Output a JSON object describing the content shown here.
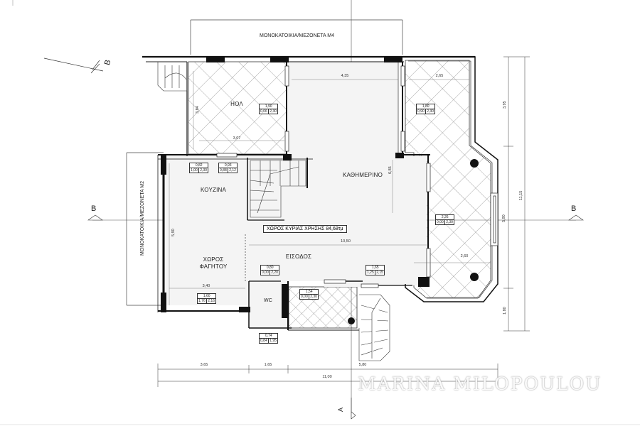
{
  "neighbours": {
    "top": "ΜΟΝΟΚΑΤΟΙΚΙΑ/ΜΕΖΟΝΕΤΑ Μ4",
    "left": "ΜΟΝΟΚΑΤΟΙΚΙΑ/ΜΕΖΟΝΕΤΑ Μ2"
  },
  "rooms": {
    "hall": "ΗΟΛ",
    "living": "ΚΑΘΗΜΕΡΙΝΟ",
    "kitchen": "ΚΟΥΖΙΝΑ",
    "dining": "ΧΩΡΟΣ ΦΑΓΗΤΟΥ",
    "entrance": "ΕΙΣΟΔΟΣ",
    "wc": "WC"
  },
  "main_area": "ΧΩΡΟΣ ΚΥΡΙΑΣ ΧΡΗΣΗΣ 84,68τμ",
  "section_marks": {
    "b_left": "B",
    "b_right": "B",
    "b_top": "B",
    "a_bottom": "A"
  },
  "dimensions": {
    "d435": "4,35",
    "d265": "2,65",
    "d395": "3,95",
    "d384": "3,84",
    "d307": "3,07",
    "d685": "6,85",
    "d1115": "11,15",
    "d590a": "5,90",
    "d590b": "5,90",
    "d1050": "10,50",
    "d260": "2,60",
    "d340": "3,40",
    "d180": "1,80",
    "d365": "3,65",
    "d165": "1,65",
    "d580": "5,80",
    "d1100": "11,00"
  },
  "windows": [
    {
      "top": "0,82",
      "a": "1,00",
      "b": "2,30"
    },
    {
      "top": "0,93",
      "a": "0,88",
      "b": "2,12"
    },
    {
      "top": "1,90",
      "a": "0,06",
      "b": "2,30"
    },
    {
      "top": "1,80",
      "a": "0,90",
      "b": "2,30"
    },
    {
      "top": "2,26",
      "a": "0,00",
      "b": "2,30"
    },
    {
      "top": "0,80",
      "a": "0,00",
      "b": "2,20"
    },
    {
      "top": "1,65",
      "a": "1,25",
      "b": "2,15"
    },
    {
      "top": "1,60",
      "a": "1,76",
      "b": "2,16"
    },
    {
      "top": "1,54",
      "a": "0,00",
      "b": "2,30"
    },
    {
      "top": "0,74",
      "a": "0,84",
      "b": "1,95"
    }
  ],
  "watermark": "MARINA MILOPOULOU"
}
